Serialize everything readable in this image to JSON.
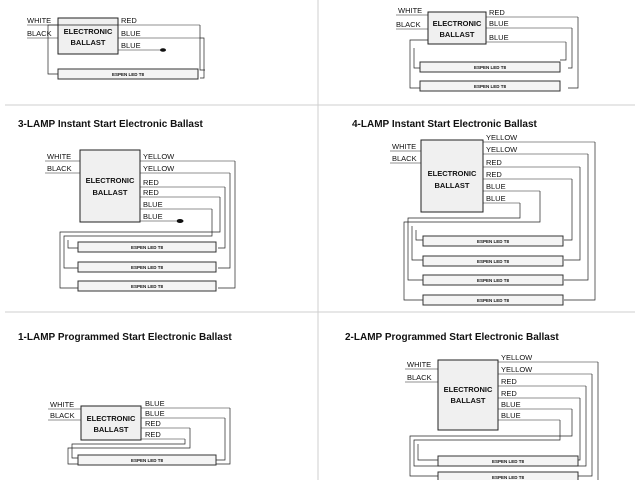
{
  "wire_labels": {
    "white": "WHITE",
    "black": "BLACK",
    "red": "RED",
    "blue": "BLUE",
    "yellow": "YELLOW"
  },
  "ballast": {
    "line1": "ELECTRONIC",
    "line2": "BALLAST"
  },
  "tube_label": "ESPEN LED T8",
  "sections": {
    "three_lamp_instant": "3-LAMP Instant Start Electronic Ballast",
    "four_lamp_instant": "4-LAMP Instant Start Electronic Ballast",
    "one_lamp_programmed": "1-LAMP Programmed Start Electronic Ballast",
    "two_lamp_programmed": "2-LAMP Programmed Start Electronic Ballast"
  }
}
